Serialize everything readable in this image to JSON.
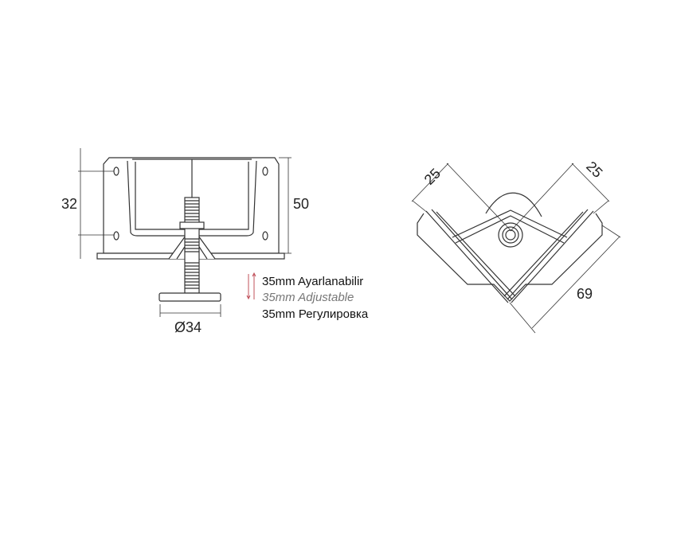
{
  "side_view": {
    "dim_hole_spacing": "32",
    "dim_height": "50",
    "dim_foot_diameter": "Ø34"
  },
  "adjustment_caption": {
    "turkish": "35mm Ayarlanabilir",
    "english": "35mm Adjustable",
    "russian": "35mm Регулировка",
    "arrow_color": "#c0505a"
  },
  "top_view": {
    "dim_left_arm": "25",
    "dim_right_arm": "25",
    "dim_diagonal": "69"
  }
}
